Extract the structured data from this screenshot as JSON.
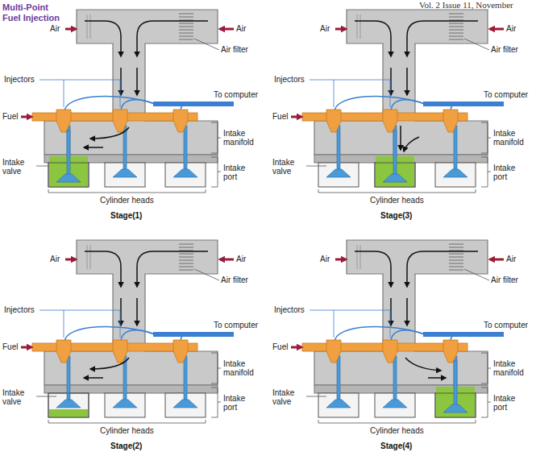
{
  "diagram": {
    "title": "Multi-Point Fuel Injection",
    "labels": [
      "Vol. 2 Issue 11, November",
      "Air",
      "Air",
      "Air filter",
      "Injectors",
      "To computer",
      "Fuel",
      "Intake valve",
      "Intake manifold",
      "Intake port",
      "Cylinder heads",
      "Stage(1)",
      "Air",
      "Air",
      "Air filter",
      "Injectors",
      "To computer",
      "Fuel",
      "Intake valve",
      "Intake manifold",
      "Intake port",
      "Cylinder heads",
      "Stage(3)",
      "Air",
      "Air",
      "Air filter",
      "Injectors",
      "To computer",
      "Fuel",
      "Intake valve",
      "Intake manifold",
      "Intake port",
      "Cylinder heads",
      "Stage(2)",
      "Air",
      "Air",
      "Air filter",
      "Injectors",
      "To computer",
      "Fuel",
      "Intake valve",
      "Intake manifold",
      "Intake port",
      "Cylinder heads",
      "Stage(4)"
    ]
  }
}
